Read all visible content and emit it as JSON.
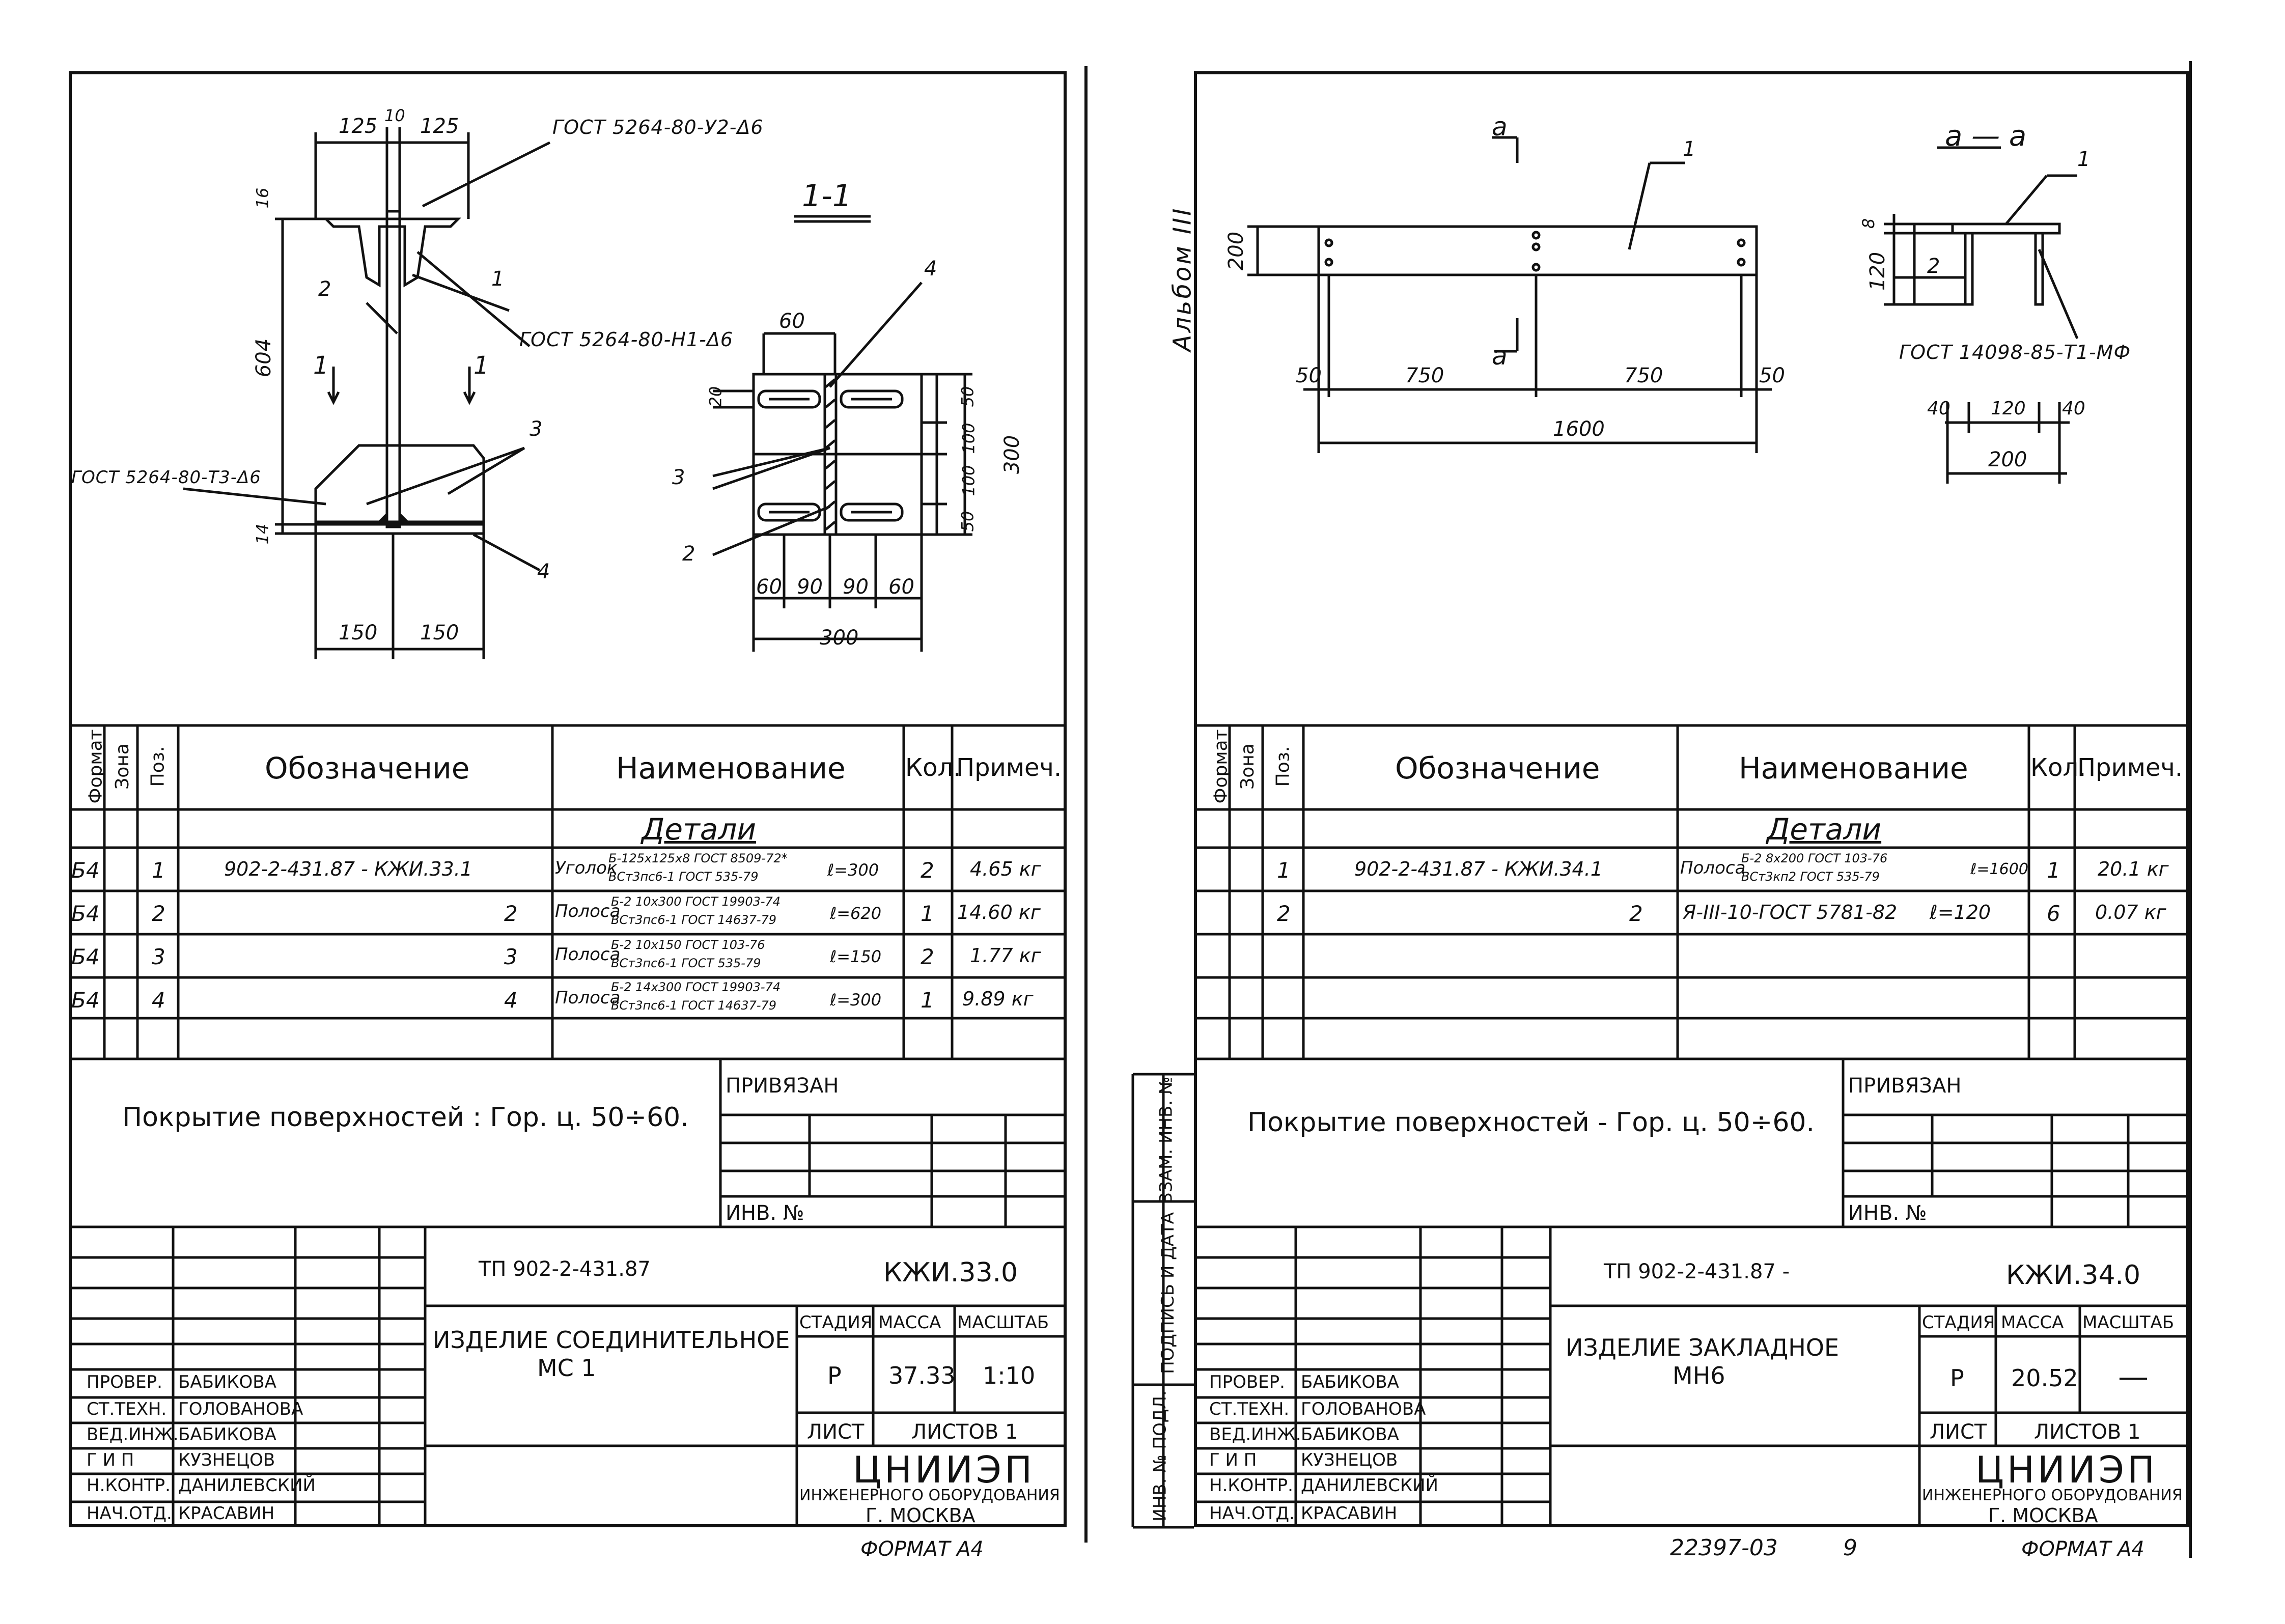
{
  "left_sheet": {
    "section_label": "1-1",
    "section_marks": [
      "1",
      "1"
    ],
    "gost_labels": {
      "top": "ГОСТ 5264-80-У2-Δ6",
      "mid": "ГОСТ 5264-80-Н1-Δ6",
      "bottom": "ГОСТ 5264-80-Т3-Δ6"
    },
    "dims": {
      "top_left": "125",
      "top_mid": "10",
      "top_right": "125",
      "flange": "16",
      "height": "604",
      "bottom": "14",
      "base_left": "150",
      "base_right": "150",
      "plan_20": "20",
      "plan_50a": "50",
      "plan_100a": "100",
      "plan_100b": "100",
      "plan_50b": "50",
      "plan_300v": "300",
      "plan_60a": "60",
      "plan_90a": "90",
      "plan_90b": "90",
      "plan_60b": "60",
      "plan_300h": "300",
      "plan_60top": "60"
    },
    "callouts": {
      "c1": "1",
      "c2": "2",
      "c3a": "3",
      "c3b": "3",
      "c4a": "4",
      "c4b": "4",
      "c2b": "2"
    },
    "table": {
      "headers": {
        "format": "Формат",
        "zone": "Зона",
        "pos": "Поз.",
        "designation": "Обозначение",
        "name": "Наименование",
        "qty": "Кол.",
        "note": "Примеч."
      },
      "section": "Детали",
      "rows": [
        {
          "format": "Б4",
          "pos": "1",
          "designation": "902-2-431.87 - КЖИ.33.1",
          "name": "Уголок",
          "spec_top": "Б-125х125х8 ГОСТ 8509-72*",
          "spec_bottom": "ВСт3пс6-1 ГОСТ 535-79",
          "length": "ℓ=300",
          "qty": "2",
          "note": "4.65 кг"
        },
        {
          "format": "Б4",
          "pos": "2",
          "designation": "2",
          "name": "Полоса",
          "spec_top": "Б-2 10х300 ГОСТ 19903-74",
          "spec_bottom": "ВСт3пс6-1 ГОСТ 14637-79",
          "length": "ℓ=620",
          "qty": "1",
          "note": "14.60 кг"
        },
        {
          "format": "Б4",
          "pos": "3",
          "designation": "3",
          "name": "Полоса",
          "spec_top": "Б-2 10х150 ГОСТ 103-76",
          "spec_bottom": "ВСт3пс6-1 ГОСТ 535-79",
          "length": "ℓ=150",
          "qty": "2",
          "note": "1.77 кг"
        },
        {
          "format": "Б4",
          "pos": "4",
          "designation": "4",
          "name": "Полоса",
          "spec_top": "Б-2 14х300 ГОСТ 19903-74",
          "spec_bottom": "ВСт3пс6-1 ГОСТ 14637-79",
          "length": "ℓ=300",
          "qty": "1",
          "note": "9.89 кг"
        }
      ]
    },
    "coating": "Покрытие поверхностей : Гор. ц. 50÷60.",
    "privyazan": "ПРИВЯЗАН",
    "inv": "ИНВ. №",
    "title_block": {
      "code": "ТП 902-2-431.87",
      "sheet_code": "КЖИ.33.0",
      "item_name": "ИЗДЕЛИЕ СОЕДИНИТЕЛЬНОЕ",
      "item_mark": "МС 1",
      "stage_label": "СТАДИЯ",
      "mass_label": "МАССА",
      "scale_label": "МАСШТАБ",
      "stage": "Р",
      "mass": "37.33",
      "scale": "1:10",
      "sheet_label": "ЛИСТ",
      "sheets_label": "ЛИСТОВ 1",
      "org": "ЦНИИЭП",
      "org_sub": "ИНЖЕНЕРНОГО ОБОРУДОВАНИЯ",
      "city": "Г. МОСКВА",
      "staff": [
        {
          "role": "ПРОВЕР.",
          "name": "БАБИКОВА"
        },
        {
          "role": "СТ.ТЕХН.",
          "name": "ГОЛОВАНОВА"
        },
        {
          "role": "ВЕД.ИНЖ.",
          "name": "БАБИКОВА"
        },
        {
          "role": "Г И П",
          "name": "КУЗНЕЦОВ"
        },
        {
          "role": "Н.КОНТР.",
          "name": "ДАНИЛЕВСКИЙ"
        },
        {
          "role": "НАЧ.ОТД.",
          "name": "КРАСАВИН"
        }
      ]
    },
    "format": "ФОРМАТ А4"
  },
  "right_sheet": {
    "album": "Альбом III",
    "section_label": "а — а",
    "section_mark": "а",
    "gost_label": "ГОСТ 14098-85-Т1-МФ",
    "dims": {
      "h200": "200",
      "d50a": "50",
      "d750a": "750",
      "d750b": "750",
      "d50b": "50",
      "d1600": "1600",
      "s8": "8",
      "s120": "120",
      "s40a": "40",
      "s120b": "120",
      "s40b": "40",
      "s200": "200"
    },
    "callouts": {
      "c1": "1",
      "c1b": "1",
      "c2": "2"
    },
    "table": {
      "headers": {
        "format": "Формат",
        "zone": "Зона",
        "pos": "Поз.",
        "designation": "Обозначение",
        "name": "Наименование",
        "qty": "Кол.",
        "note": "Примеч."
      },
      "section": "Детали",
      "rows": [
        {
          "pos": "1",
          "designation": "902-2-431.87 - КЖИ.34.1",
          "name": "Полоса",
          "spec_top": "Б-2 8х200 ГОСТ 103-76",
          "spec_bottom": "ВСт3кп2 ГОСТ 535-79",
          "length": "ℓ=1600",
          "qty": "1",
          "note": "20.1 кг"
        },
        {
          "pos": "2",
          "designation": "2",
          "name": "Я-III-10-ГОСТ 5781-82",
          "spec_top": "",
          "spec_bottom": "",
          "length": "ℓ=120",
          "qty": "6",
          "note": "0.07 кг"
        }
      ]
    },
    "coating": "Покрытие поверхностей - Гор. ц. 50÷60.",
    "privyazan": "ПРИВЯЗАН",
    "inv": "ИНВ. №",
    "side_labels": [
      "ИНВ. № ПОДЛ.",
      "ПОДПИСЬ И ДАТА",
      "ВЗАМ. ИНВ. №"
    ],
    "title_block": {
      "code": "ТП 902-2-431.87 -",
      "sheet_code": "КЖИ.34.0",
      "item_name": "ИЗДЕЛИЕ ЗАКЛАДНОЕ",
      "item_mark": "МН6",
      "stage_label": "СТАДИЯ",
      "mass_label": "МАССА",
      "scale_label": "МАСШТАБ",
      "stage": "Р",
      "mass": "20.52",
      "scale": "—",
      "sheet_label": "ЛИСТ",
      "sheets_label": "ЛИСТОВ 1",
      "org": "ЦНИИЭП",
      "org_sub": "ИНЖЕНЕРНОГО ОБОРУДОВАНИЯ",
      "city": "Г. МОСКВА",
      "staff": [
        {
          "role": "ПРОВЕР.",
          "name": "БАБИКОВА"
        },
        {
          "role": "СТ.ТЕХН.",
          "name": "ГОЛОВАНОВА"
        },
        {
          "role": "ВЕД.ИНЖ.",
          "name": "БАБИКОВА"
        },
        {
          "role": "Г И П",
          "name": "КУЗНЕЦОВ"
        },
        {
          "role": "Н.КОНТР.",
          "name": "ДАНИЛЕВСКИЙ"
        },
        {
          "role": "НАЧ.ОТД.",
          "name": "КРАСАВИН"
        }
      ]
    },
    "footer_code": "22397-03",
    "footer_page": "9",
    "format": "ФОРМАТ А4"
  }
}
